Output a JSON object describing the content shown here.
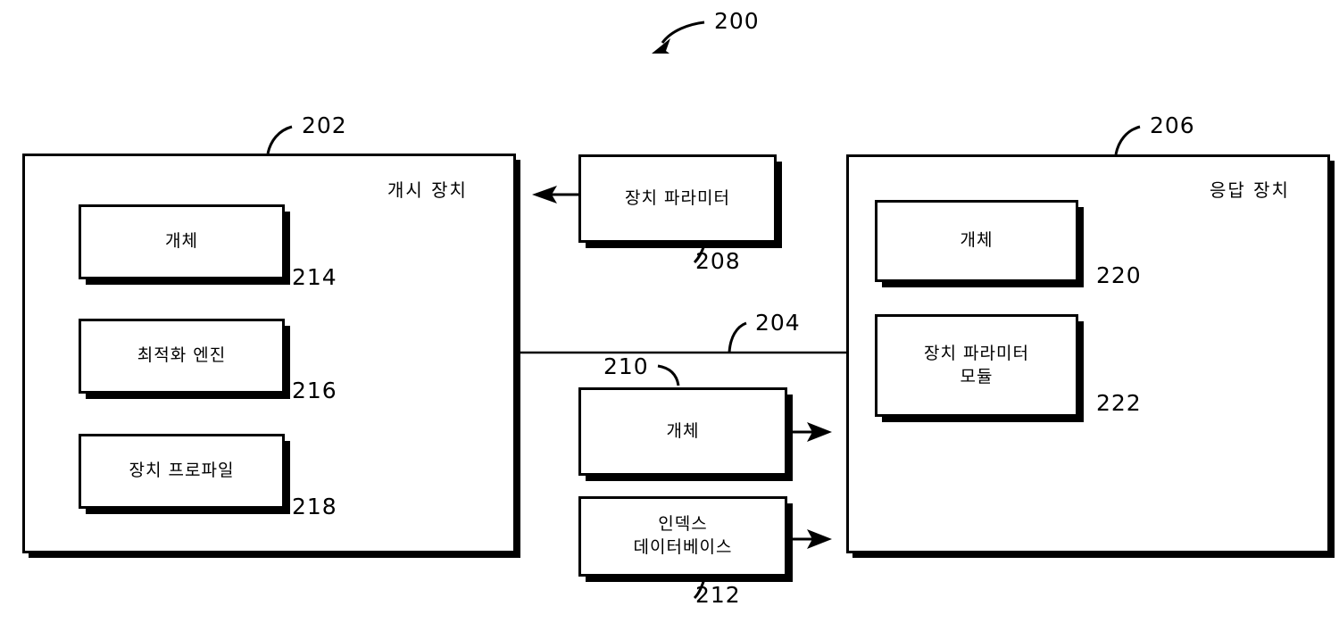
{
  "figure": {
    "figure_number": "200",
    "language": "ko",
    "title_text": ""
  },
  "containers": [
    {
      "id": "initiating-device",
      "title": "개시 장치",
      "ref": "202"
    },
    {
      "id": "responding-device",
      "title": "응답 장치",
      "ref": "206"
    }
  ],
  "modules": [
    {
      "id": "entity-left",
      "label": "개체",
      "ref": "214"
    },
    {
      "id": "optimization-engine",
      "label": "최적화 엔진",
      "ref": "216"
    },
    {
      "id": "device-profile",
      "label": "장치 프로파일",
      "ref": "218"
    },
    {
      "id": "device-parameter",
      "label": "장치 파라미터",
      "ref": "208"
    },
    {
      "id": "entity-middle",
      "label": "개체",
      "ref": "210"
    },
    {
      "id": "index-database",
      "label": "인덱스\n데이터베이스",
      "ref": "212"
    },
    {
      "id": "entity-right",
      "label": "개체",
      "ref": "220"
    },
    {
      "id": "device-parameter-module",
      "label": "장치 파라미터\n모듈",
      "ref": "222"
    }
  ],
  "connections": [
    {
      "id": "network-link",
      "ref": "204",
      "from": "initiating-device",
      "to": "responding-device",
      "style": "line"
    },
    {
      "id": "device-parameter-arrow",
      "from": "device-parameter",
      "to": "initiating-device",
      "style": "arrow-left"
    },
    {
      "id": "entity-middle-arrow",
      "from": "entity-middle",
      "to": "responding-device",
      "style": "arrow-right"
    },
    {
      "id": "index-database-arrow",
      "from": "index-database",
      "to": "responding-device",
      "style": "arrow-right"
    }
  ],
  "colors": {
    "stroke": "#000000",
    "fill": "#ffffff",
    "shadow": "#000000"
  }
}
